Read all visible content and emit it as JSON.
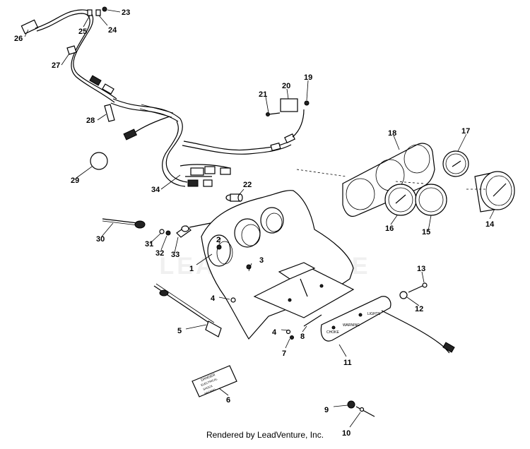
{
  "footer": "Rendered by LeadVenture, Inc.",
  "watermark": "LEADVENTURE",
  "callouts": [
    "1",
    "2",
    "3",
    "4",
    "4",
    "5",
    "6",
    "7",
    "8",
    "9",
    "10",
    "11",
    "12",
    "13",
    "14",
    "15",
    "16",
    "17",
    "18",
    "19",
    "20",
    "21",
    "22",
    "23",
    "24",
    "25",
    "26",
    "27",
    "28",
    "29",
    "30",
    "31",
    "32",
    "33",
    "34"
  ],
  "decal_text": [
    "DANGER",
    "ELECTRICAL",
    "SHOCK",
    "HAZARD"
  ],
  "console_text": [
    "CHOKE",
    "WARNING",
    "LIGHTS"
  ]
}
